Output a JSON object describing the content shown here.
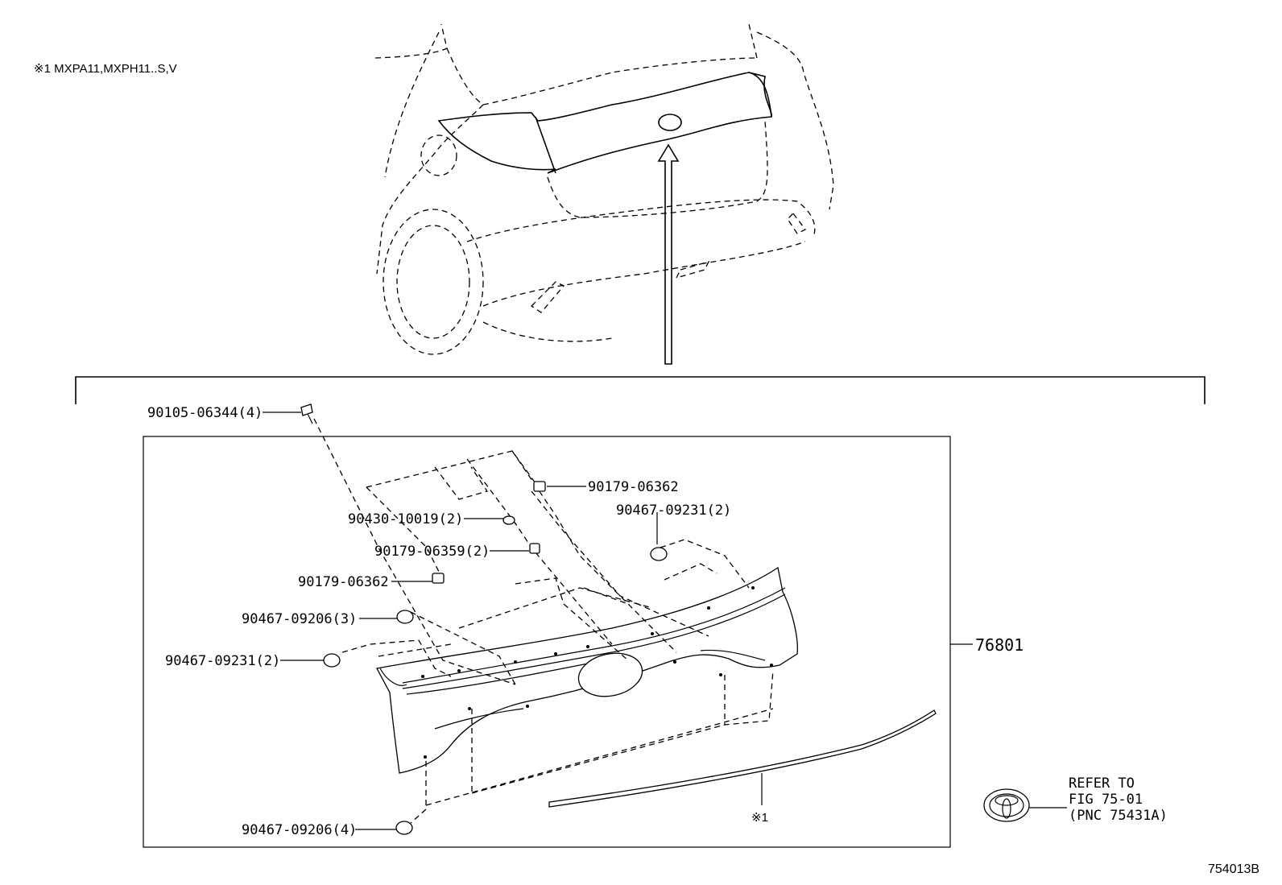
{
  "note": "※1 MXPA11,MXPH11..S,V",
  "diagram_id": "754013B",
  "assembly_pnc": "76801",
  "molding_ref": "※1",
  "emblem_ref": {
    "line1": "REFER TO",
    "line2": "FIG 75-01",
    "line3": "(PNC 75431A)"
  },
  "callouts": [
    {
      "id": "c1",
      "label": "90105-06344(4)"
    },
    {
      "id": "c2",
      "label": "90179-06362"
    },
    {
      "id": "c3",
      "label": "90430-10019(2)"
    },
    {
      "id": "c4",
      "label": "90467-09231(2)"
    },
    {
      "id": "c5",
      "label": "90179-06359(2)"
    },
    {
      "id": "c6",
      "label": "90179-06362"
    },
    {
      "id": "c7",
      "label": "90467-09206(3)"
    },
    {
      "id": "c8",
      "label": "90467-09231(2)"
    },
    {
      "id": "c9",
      "label": "90467-09206(4)"
    }
  ]
}
